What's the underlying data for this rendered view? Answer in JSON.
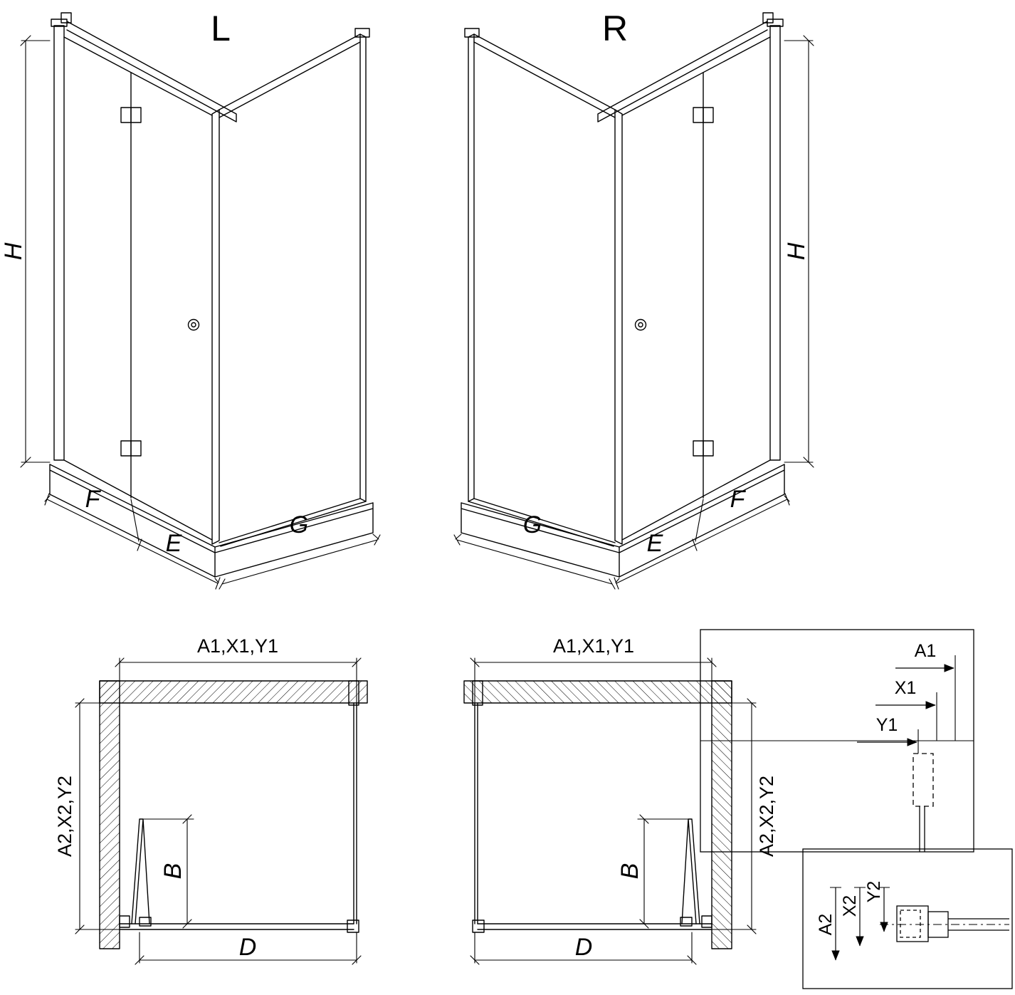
{
  "colors": {
    "ink": "#000000",
    "background": "#ffffff"
  },
  "views": {
    "left": {
      "title": "L",
      "dims": {
        "h": "H",
        "f": "F",
        "e": "E",
        "g": "G"
      }
    },
    "right": {
      "title": "R",
      "dims": {
        "h": "H",
        "f": "F",
        "e": "E",
        "g": "G"
      }
    }
  },
  "plans": {
    "left": {
      "width": "A1,X1,Y1",
      "depth": "A2,X2,Y2",
      "b": "B",
      "d": "D"
    },
    "right": {
      "width": "A1,X1,Y1",
      "depth": "A2,X2,Y2",
      "b": "B",
      "d": "D"
    }
  },
  "details": {
    "top": {
      "labels": [
        "A1",
        "X1",
        "Y1"
      ]
    },
    "bottom": {
      "labels": [
        "A2",
        "X2",
        "Y2"
      ]
    }
  }
}
